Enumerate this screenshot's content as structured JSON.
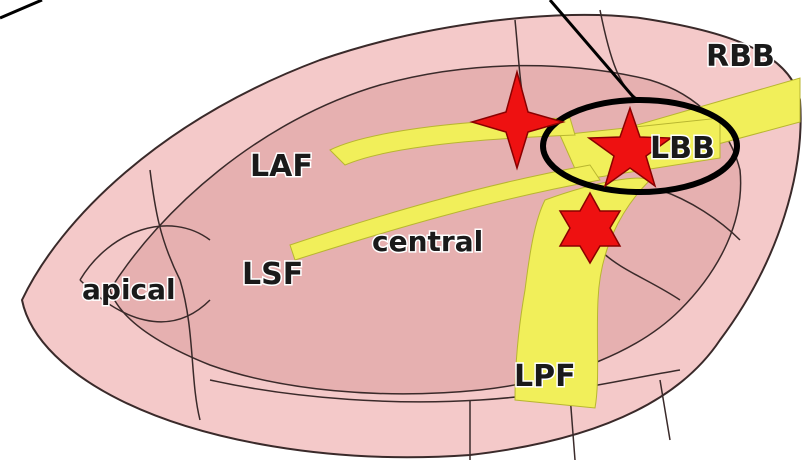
{
  "labels": {
    "rbb": "RBB",
    "lbb": "LBB",
    "laf": "LAF",
    "lsf": "LSF",
    "central": "central",
    "apical": "apical",
    "lpf": "LPF"
  },
  "colors": {
    "tissue": "#f4c9c9",
    "tissue_shadow": "#e6b0b0",
    "septal_wall": "#ecc0bf",
    "conduction_fiber": "#f1ef5a",
    "outline": "#3a2a2a",
    "marker_fill": "#ee1111",
    "marker_stroke": "#8a0000",
    "lbb_ring": "#000000"
  },
  "markers": [
    {
      "shape": "four-point-star",
      "region": "left anterior fascicle"
    },
    {
      "shape": "five-point-star",
      "region": "left bundle branch"
    },
    {
      "shape": "six-point-star",
      "region": "left posterior fascicle"
    }
  ]
}
